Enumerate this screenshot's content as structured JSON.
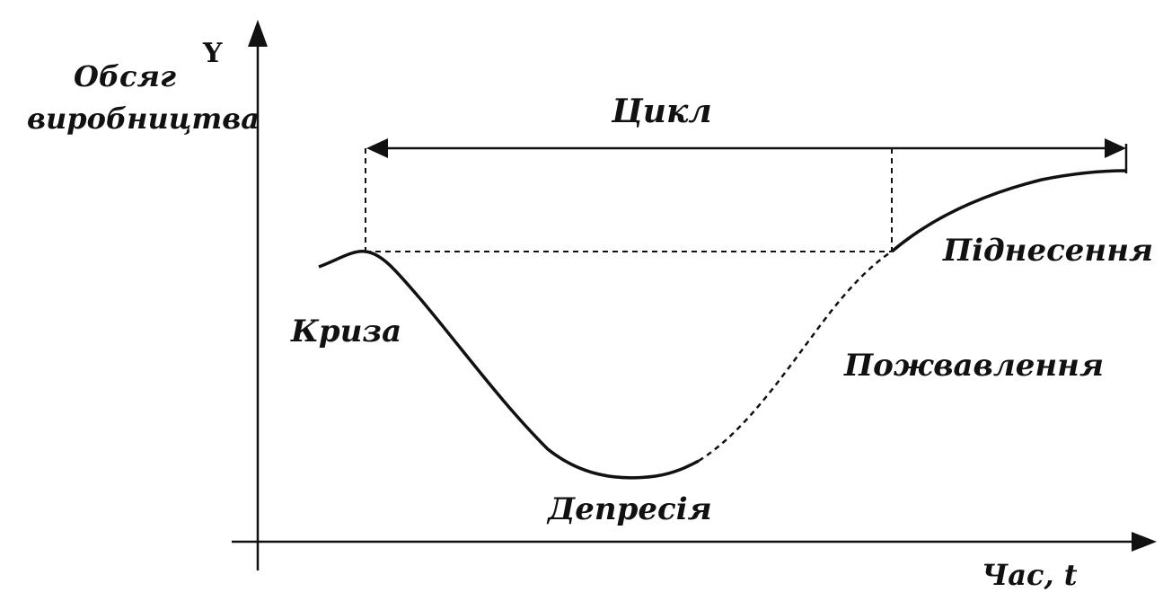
{
  "diagram": {
    "y_axis_letter": "Y",
    "y_axis_label_line1": "Обсяг",
    "y_axis_label_line2": "виробництва",
    "x_axis_label": "Час, t",
    "cycle_label": "Цикл",
    "phases": {
      "crisis": "Криза",
      "depression": "Депресія",
      "revival": "Пожвавлення",
      "rise": "Піднесення"
    },
    "colors": {
      "ink": "#111111",
      "background": "#ffffff"
    }
  }
}
